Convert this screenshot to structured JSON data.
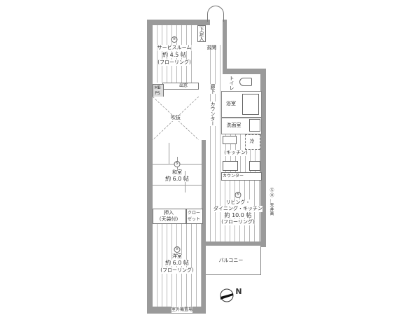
{
  "plan": {
    "rooms": [
      {
        "id": "service-room",
        "number": "⑤",
        "name": "サービスルーム",
        "size": "約 4.5 帖",
        "floor": "(フローリング)"
      },
      {
        "id": "washitsu",
        "number": "⑤",
        "name": "和室",
        "size": "約 6.0 帖"
      },
      {
        "id": "ldk",
        "number": "⑤",
        "name": "リビング・ダイニング・キッチン",
        "name_line1": "リビング・",
        "name_line2": "ダイニング・キッチン",
        "size": "約 10.0 帖",
        "floor": "(フローリング)"
      },
      {
        "id": "yoshitsu",
        "number": "⑤",
        "name": "洋室",
        "size": "約 6.0 帖",
        "floor": "(フローリング)"
      }
    ],
    "labels": {
      "getabako": "下足入",
      "genkan": "玄関",
      "toilet": "トイレ",
      "mbps_1": "MB",
      "mbps_2": "PS",
      "demado": "出窓",
      "rouka": "廊下",
      "counter_hall": "カウンター",
      "fukinuke": "吹抜",
      "bath": "浴室",
      "senmen": "洗面室",
      "reizouko": "冷",
      "kitchen": "(キッチン)",
      "counter_kitchen": "カウンター",
      "oshiire_1": "押入",
      "oshiire_2": "(天袋付)",
      "closet_1": "クロー",
      "closet_2": "ゼット",
      "balcony": "バルコニー",
      "side_note": "Ⓢ Ⓗ …天井高",
      "outdoor_unit": "室外機置場",
      "north": "N"
    }
  }
}
